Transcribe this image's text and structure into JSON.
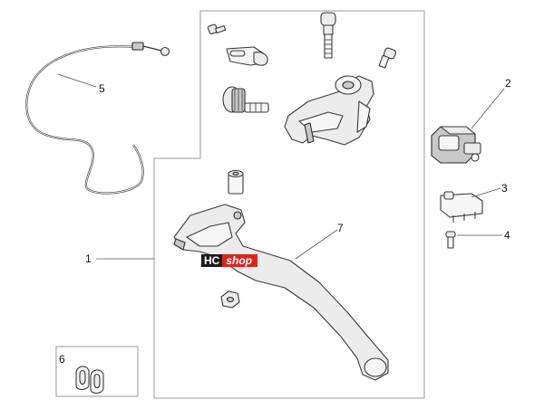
{
  "diagram": {
    "callouts": [
      "1",
      "2",
      "3",
      "4",
      "5",
      "6",
      "7"
    ],
    "parts": [
      "frame-outline",
      "clutch-cable",
      "screw",
      "cable-clip",
      "bolt",
      "small-screw",
      "adjuster-knob",
      "lever-bracket",
      "switch-block",
      "micro-switch",
      "pin-screw",
      "bushing",
      "nut",
      "clutch-lever",
      "retainer-clips"
    ]
  },
  "watermark": {
    "left": "HC",
    "right": "shop",
    "colors": {
      "left_bg": "#1b1b1b",
      "right_bg": "#d7261e",
      "text": "#ffffff"
    }
  }
}
